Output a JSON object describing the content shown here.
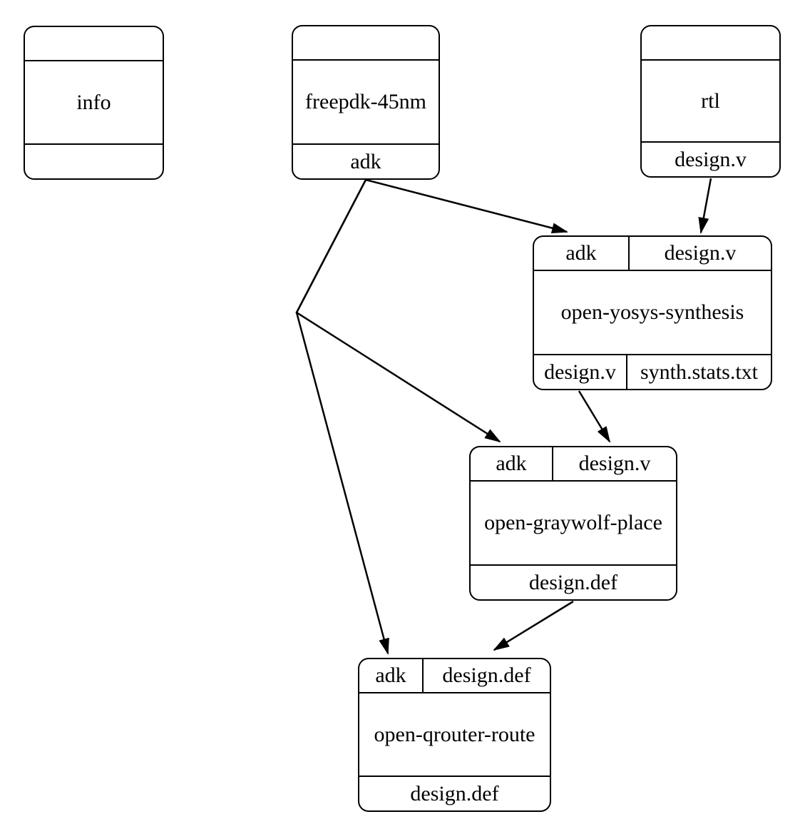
{
  "diagram": {
    "background_color": "#ffffff",
    "stroke_color": "#000000",
    "nodes": {
      "info": {
        "label": "info",
        "inputs": [],
        "outputs": []
      },
      "freepdk": {
        "label": "freepdk-45nm",
        "inputs": [],
        "outputs": [
          "adk"
        ]
      },
      "rtl": {
        "label": "rtl",
        "inputs": [],
        "outputs": [
          "design.v"
        ]
      },
      "yosys": {
        "label": "open-yosys-synthesis",
        "inputs": [
          "adk",
          "design.v"
        ],
        "outputs": [
          "design.v",
          "synth.stats.txt"
        ]
      },
      "graywolf": {
        "label": "open-graywolf-place",
        "inputs": [
          "adk",
          "design.v"
        ],
        "outputs": [
          "design.def"
        ]
      },
      "qrouter": {
        "label": "open-qrouter-route",
        "inputs": [
          "adk",
          "design.def"
        ],
        "outputs": [
          "design.def"
        ]
      }
    },
    "edges": [
      {
        "from": "freepdk-45nm:adk",
        "to": "open-yosys-synthesis:adk"
      },
      {
        "from": "rtl:design.v",
        "to": "open-yosys-synthesis:design.v"
      },
      {
        "from": "freepdk-45nm:adk",
        "to": "open-graywolf-place:adk"
      },
      {
        "from": "open-yosys-synthesis:design.v",
        "to": "open-graywolf-place:design.v"
      },
      {
        "from": "freepdk-45nm:adk",
        "to": "open-qrouter-route:adk"
      },
      {
        "from": "open-graywolf-place:design.def",
        "to": "open-qrouter-route:design.def"
      }
    ]
  }
}
